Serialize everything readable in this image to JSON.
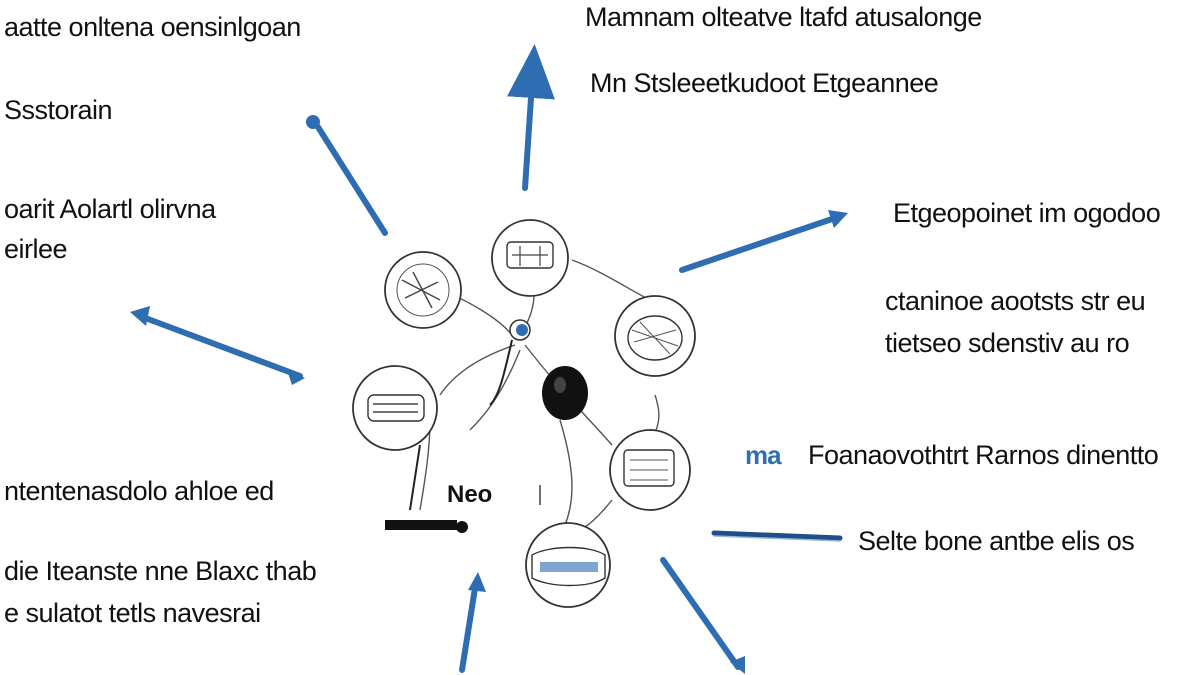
{
  "labels": {
    "top_left_1": "aatte onltena oensinlgoan",
    "top_left_2": "Ssstorain",
    "left_mid_1": "oarit Aolartl olirvna",
    "left_mid_2": "eirlee",
    "bottom_left_1": "ntentenasdolo ahloe ed",
    "bottom_left_2": "die Iteanste nne Blaxc thab",
    "bottom_left_3": "e sulatot tetls navesrai",
    "top_right_1": "Mamnam olteatve ltafd atusalonge",
    "top_right_2": "Mn Stsleeetkudoot Etgeannee",
    "right_1": "Etgeopoinet im ogodoo",
    "right_2": "ctaninoe aootsts str eu",
    "right_3": "tietseo sdenstiv au ro",
    "right_4": "Foanaovothtrt Rarnos dinentto",
    "right_5": "Selte bone antbe elis os",
    "center_tag": "Neo",
    "blue_tag": "ma"
  },
  "colors": {
    "arrow": "#2f6db3",
    "arrow_dark": "#1e4f8a",
    "ink": "#111111",
    "node_stroke": "#333333"
  }
}
